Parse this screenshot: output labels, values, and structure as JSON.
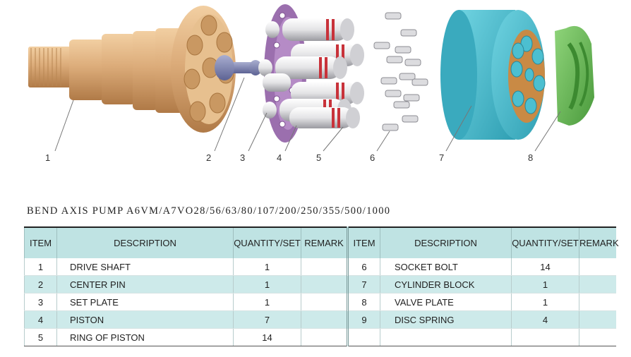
{
  "callouts": [
    "1",
    "2",
    "3",
    "4",
    "5",
    "6",
    "7",
    "8"
  ],
  "title": "BEND AXIS PUMP A6VM/A7VO28/56/63/80/107/200/250/355/500/1000",
  "table": {
    "headers": [
      "ITEM",
      "DESCRIPTION",
      "QUANTITY/SET",
      "REMARK",
      "ITEM",
      "DESCRIPTION",
      "QUANTITY/SET",
      "REMARK"
    ],
    "rows": [
      {
        "l_item": "1",
        "l_desc": "DRIVE SHAFT",
        "l_qty": "1",
        "l_remark": "",
        "r_item": "6",
        "r_desc": "SOCKET BOLT",
        "r_qty": "14",
        "r_remark": ""
      },
      {
        "l_item": "2",
        "l_desc": "CENTER PIN",
        "l_qty": "1",
        "l_remark": "",
        "r_item": "7",
        "r_desc": "CYLINDER BLOCK",
        "r_qty": "1",
        "r_remark": ""
      },
      {
        "l_item": "3",
        "l_desc": "SET PLATE",
        "l_qty": "1",
        "l_remark": "",
        "r_item": "8",
        "r_desc": "VALVE PLATE",
        "r_qty": "1",
        "r_remark": ""
      },
      {
        "l_item": "4",
        "l_desc": "PISTON",
        "l_qty": "7",
        "l_remark": "",
        "r_item": "9",
        "r_desc": "DISC SPRING",
        "r_qty": "4",
        "r_remark": ""
      },
      {
        "l_item": "5",
        "l_desc": "RING OF PISTON",
        "l_qty": "14",
        "l_remark": "",
        "r_item": "",
        "r_desc": "",
        "r_qty": "",
        "r_remark": ""
      }
    ]
  },
  "colors": {
    "shaft": "#d9a877",
    "center_pin": "#7e85b0",
    "set_plate": "#9b6fae",
    "piston": "#e9e9ea",
    "piston_ring": "#c8323a",
    "cylinder_block": "#4cbfd0",
    "cylinder_face": "#c98a45",
    "valve_plate": "#6dbb5a",
    "header_bg": "#bfe3e3",
    "alt_row_bg": "#cdeaea"
  }
}
